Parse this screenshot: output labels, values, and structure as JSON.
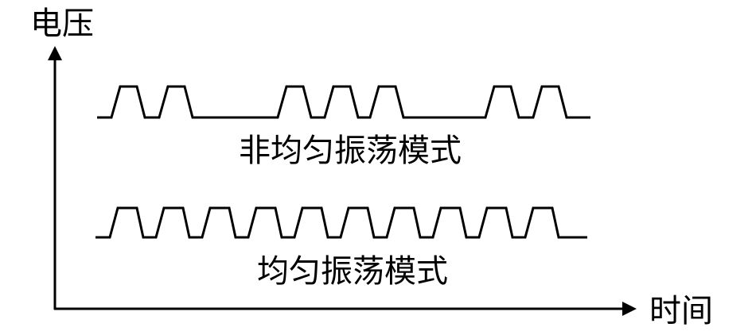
{
  "axes": {
    "y_label": "电压",
    "x_label": "时间"
  },
  "waveforms": {
    "non_uniform": {
      "caption": "非均匀振荡模式",
      "pulses": 7,
      "groups": [
        2,
        3,
        2
      ]
    },
    "uniform": {
      "caption": "均匀振荡模式",
      "pulses": 10
    }
  },
  "colors": {
    "stroke": "#000000",
    "background": "#ffffff"
  }
}
